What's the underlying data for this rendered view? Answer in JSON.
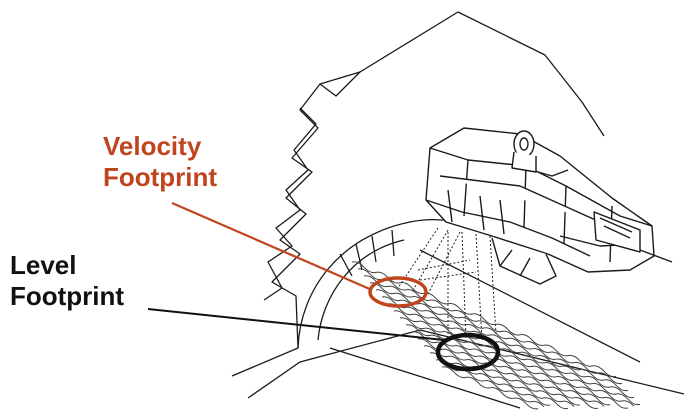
{
  "labels": {
    "velocity": {
      "line1": "Velocity",
      "line2": "Footprint"
    },
    "level": {
      "line1": "Level",
      "line2": "Footprint"
    }
  },
  "colors": {
    "velocity": "#c0451d",
    "level": "#111111",
    "drawing_stroke": "#1a1a1a",
    "water_lines": "#444444",
    "background": "#ffffff"
  }
}
